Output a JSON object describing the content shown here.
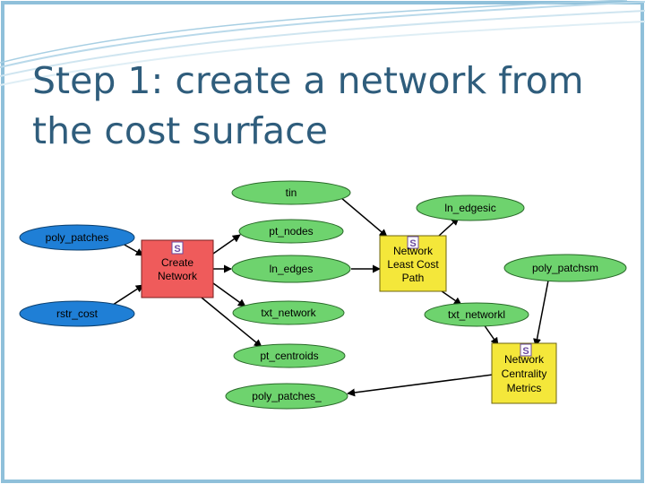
{
  "slide": {
    "title": "Step 1: create a network from the cost surface"
  },
  "colors": {
    "input": "#1f7fd6",
    "output": "#6ed36e",
    "tool": "#ef5b5b",
    "tool_yellow": "#f4e73a",
    "title": "#2f5d7c",
    "border": "#8fc0da"
  },
  "diagram": {
    "nodes": {
      "tin": "tin",
      "ln_edgesic": "ln_edgesic",
      "poly_patches": "poly_patches",
      "pt_nodes": "pt_nodes",
      "create_network_line1": "Create",
      "create_network_line2": "Network",
      "ln_edges": "ln_edges",
      "least_cost_line1": "Network",
      "least_cost_line2": "Least Cost",
      "least_cost_line3": "Path",
      "poly_patchsm": "poly_patchsm",
      "rstr_cost": "rstr_cost",
      "txt_network": "txt_network",
      "txt_networkl": "txt_networkl",
      "pt_centroids": "pt_centroids",
      "centrality_line1": "Network",
      "centrality_line2": "Centrality",
      "centrality_line3": "Metrics",
      "poly_patches_": "poly_patches_"
    },
    "tool_icons": [
      "script-icon",
      "script-icon",
      "script-icon"
    ]
  }
}
